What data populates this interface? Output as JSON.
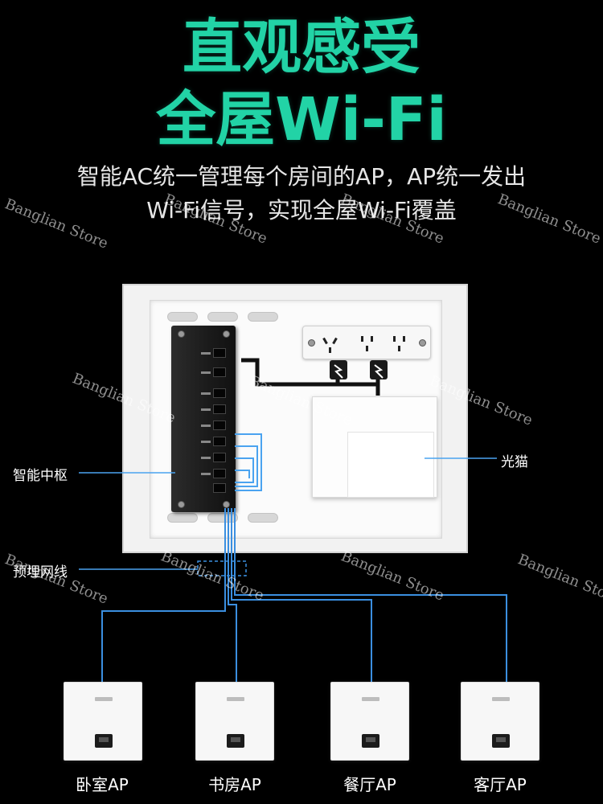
{
  "headline": {
    "line1": "直观感受",
    "line2": "全屋Wi-Fi"
  },
  "subtitle": {
    "line1": "智能AC统一管理每个房间的AP，AP统一发出",
    "line2": "Wi-Fi信号，实现全屋Wi-Fi覆盖"
  },
  "labels": {
    "hub": "智能中枢",
    "modem": "光猫",
    "cable": "预埋网线"
  },
  "rooms": [
    {
      "label": "卧室AP"
    },
    {
      "label": "书房AP"
    },
    {
      "label": "餐厅AP"
    },
    {
      "label": "客厅AP"
    }
  ],
  "watermark": "Banglian Store",
  "colors": {
    "headline": "#22d3a6",
    "wire": "#3b8fe0",
    "background": "#000000"
  }
}
